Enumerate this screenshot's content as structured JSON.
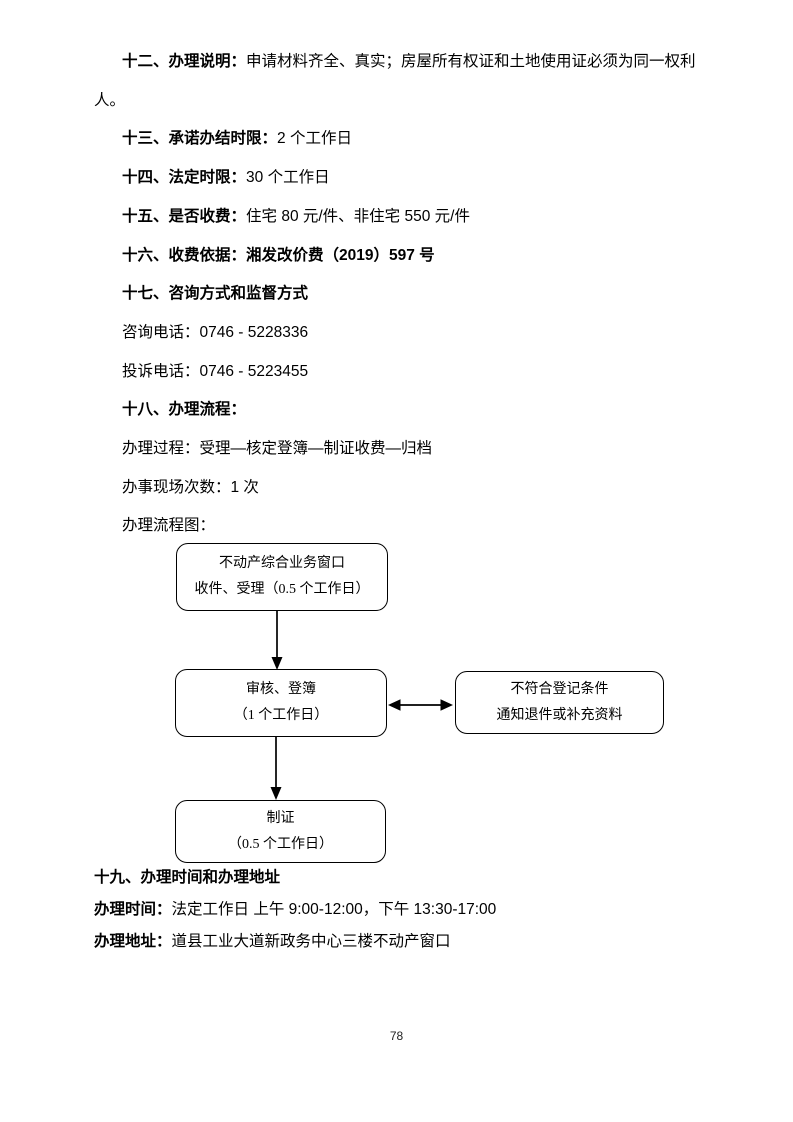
{
  "page_number": "78",
  "paragraphs": [
    {
      "label": "十二、办理说明：",
      "text": "申请材料齐全、真实；房屋所有权证和土地使用证必须为同一权利人。"
    },
    {
      "label": "十三、承诺办结时限：",
      "text": "2 个工作日"
    },
    {
      "label": "十四、法定时限：",
      "text": "30 个工作日"
    },
    {
      "label": "十五、是否收费：",
      "text": "住宅 80 元/件、非住宅 550 元/件"
    },
    {
      "label": "十六、收费依据：湘发改价费（2019）597 号",
      "text": ""
    },
    {
      "label": "十七、咨询方式和监督方式",
      "text": ""
    },
    {
      "label": "",
      "text": "咨询电话：0746 - 5228336"
    },
    {
      "label": "",
      "text": "投诉电话：0746 - 5223455"
    },
    {
      "label": "十八、办理流程：",
      "text": ""
    },
    {
      "label": "",
      "text": "办理过程：受理—核定登簿—制证收费—归档"
    },
    {
      "label": "",
      "text": "办事现场次数：1 次"
    },
    {
      "label": "",
      "text": "办理流程图："
    }
  ],
  "flowchart": {
    "boxes": [
      {
        "name": "intake",
        "lines": [
          "不动产综合业务窗口",
          "收件、受理（0.5 个工作日）"
        ]
      },
      {
        "name": "review",
        "lines": [
          "审核、登簿",
          "（1 个工作日）"
        ]
      },
      {
        "name": "reject",
        "lines": [
          "不符合登记条件",
          "通知退件或补充资料"
        ]
      },
      {
        "name": "certificate",
        "lines": [
          "制证",
          "（0.5 个工作日）"
        ]
      }
    ]
  },
  "footer_paragraphs": [
    {
      "label": "十九、办理时间和办理地址",
      "text": ""
    },
    {
      "label": "办理时间：",
      "text": "法定工作日 上午 9:00-12:00，下午 13:30-17:00"
    },
    {
      "label": "办理地址：",
      "text": "道县工业大道新政务中心三楼不动产窗口"
    }
  ]
}
